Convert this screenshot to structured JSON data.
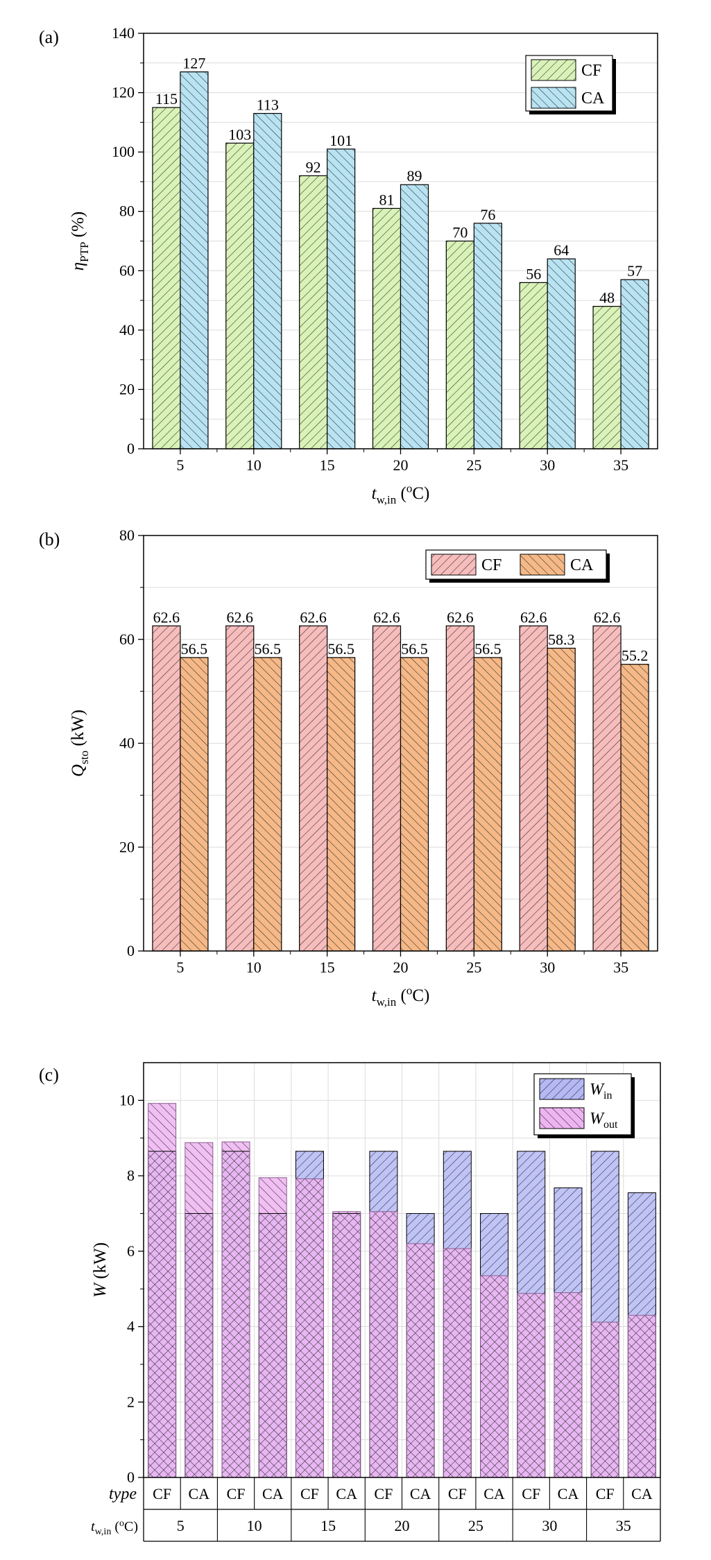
{
  "chart_data": [
    {
      "panel": "(a)",
      "type": "bar",
      "categories": [
        "5",
        "10",
        "15",
        "20",
        "25",
        "30",
        "35"
      ],
      "series": [
        {
          "name": "CF",
          "values": [
            115,
            103,
            92,
            81,
            70,
            56,
            48
          ],
          "labels": [
            "115",
            "103",
            "92",
            "81",
            "70",
            "56",
            "48"
          ],
          "color": "#d9f2b8",
          "hatch": "forward"
        },
        {
          "name": "CA",
          "values": [
            127,
            113,
            101,
            89,
            76,
            64,
            57
          ],
          "labels": [
            "127",
            "113",
            "101",
            "89",
            "76",
            "64",
            "57"
          ],
          "color": "#b8e3f2",
          "hatch": "back"
        }
      ],
      "ylim": [
        0,
        140
      ],
      "yticks": [
        0,
        20,
        40,
        60,
        80,
        100,
        120,
        140
      ],
      "xlabel": {
        "main": "t",
        "sub": "w,in",
        "unit_pre": " (",
        "unit_sup": "o",
        "unit_post": "C)"
      },
      "ylabel": {
        "main": "η",
        "sub": "PTP",
        "unit": " (%)"
      },
      "legend": {
        "position": "top-right",
        "layout": "vertical"
      },
      "grid": true
    },
    {
      "panel": "(b)",
      "type": "bar",
      "categories": [
        "5",
        "10",
        "15",
        "20",
        "25",
        "30",
        "35"
      ],
      "series": [
        {
          "name": "CF",
          "values": [
            62.6,
            62.6,
            62.6,
            62.6,
            62.6,
            62.6,
            62.6
          ],
          "labels": [
            "62.6",
            "62.6",
            "62.6",
            "62.6",
            "62.6",
            "62.6",
            "62.6"
          ],
          "color": "#f7bcbc",
          "hatch": "forward"
        },
        {
          "name": "CA",
          "values": [
            56.5,
            56.5,
            56.5,
            56.5,
            56.5,
            58.3,
            55.2
          ],
          "labels": [
            "56.5",
            "56.5",
            "56.5",
            "56.5",
            "56.5",
            "58.3",
            "55.2"
          ],
          "color": "#f5b886",
          "hatch": "back"
        }
      ],
      "ylim": [
        0,
        80
      ],
      "yticks": [
        0,
        20,
        40,
        60,
        80
      ],
      "xlabel": {
        "main": "t",
        "sub": "w,in",
        "unit_pre": " (",
        "unit_sup": "o",
        "unit_post": "C)"
      },
      "ylabel": {
        "main": "Q",
        "sub": "sto",
        "unit": " (kW)"
      },
      "legend": {
        "position": "top-right",
        "layout": "horizontal"
      },
      "grid": true
    },
    {
      "panel": "(c)",
      "type": "bar",
      "categories": [
        "CF",
        "CA",
        "CF",
        "CA",
        "CF",
        "CA",
        "CF",
        "CA",
        "CF",
        "CA",
        "CF",
        "CA",
        "CF",
        "CA"
      ],
      "groups": [
        "5",
        "10",
        "15",
        "20",
        "25",
        "30",
        "35"
      ],
      "type_row_label": "type",
      "group_row_label": {
        "main": "t",
        "sub": "w,in",
        "unit_pre": " (",
        "unit_sup": "o",
        "unit_post": "C)"
      },
      "series": [
        {
          "name": "W_in",
          "label_main": "W",
          "label_sub": "in",
          "values": [
            8.65,
            7.0,
            8.65,
            7.0,
            8.65,
            7.0,
            8.65,
            7.0,
            8.65,
            7.0,
            8.65,
            7.68,
            8.65,
            7.55
          ],
          "color": "#b4b8f4",
          "hatch": "forward"
        },
        {
          "name": "W_out",
          "label_main": "W",
          "label_sub": "out",
          "values": [
            9.92,
            8.88,
            8.9,
            7.95,
            7.92,
            7.05,
            7.05,
            6.2,
            6.07,
            5.35,
            4.88,
            4.9,
            4.12,
            4.3
          ],
          "color": "#eeb4f2",
          "hatch": "back"
        }
      ],
      "ylim": [
        0,
        11
      ],
      "yticks": [
        0,
        2,
        4,
        6,
        8,
        10
      ],
      "ylabel": {
        "main": "W",
        "unit": " (kW)"
      },
      "legend": {
        "position": "top-right",
        "layout": "vertical"
      },
      "grid": true
    }
  ]
}
